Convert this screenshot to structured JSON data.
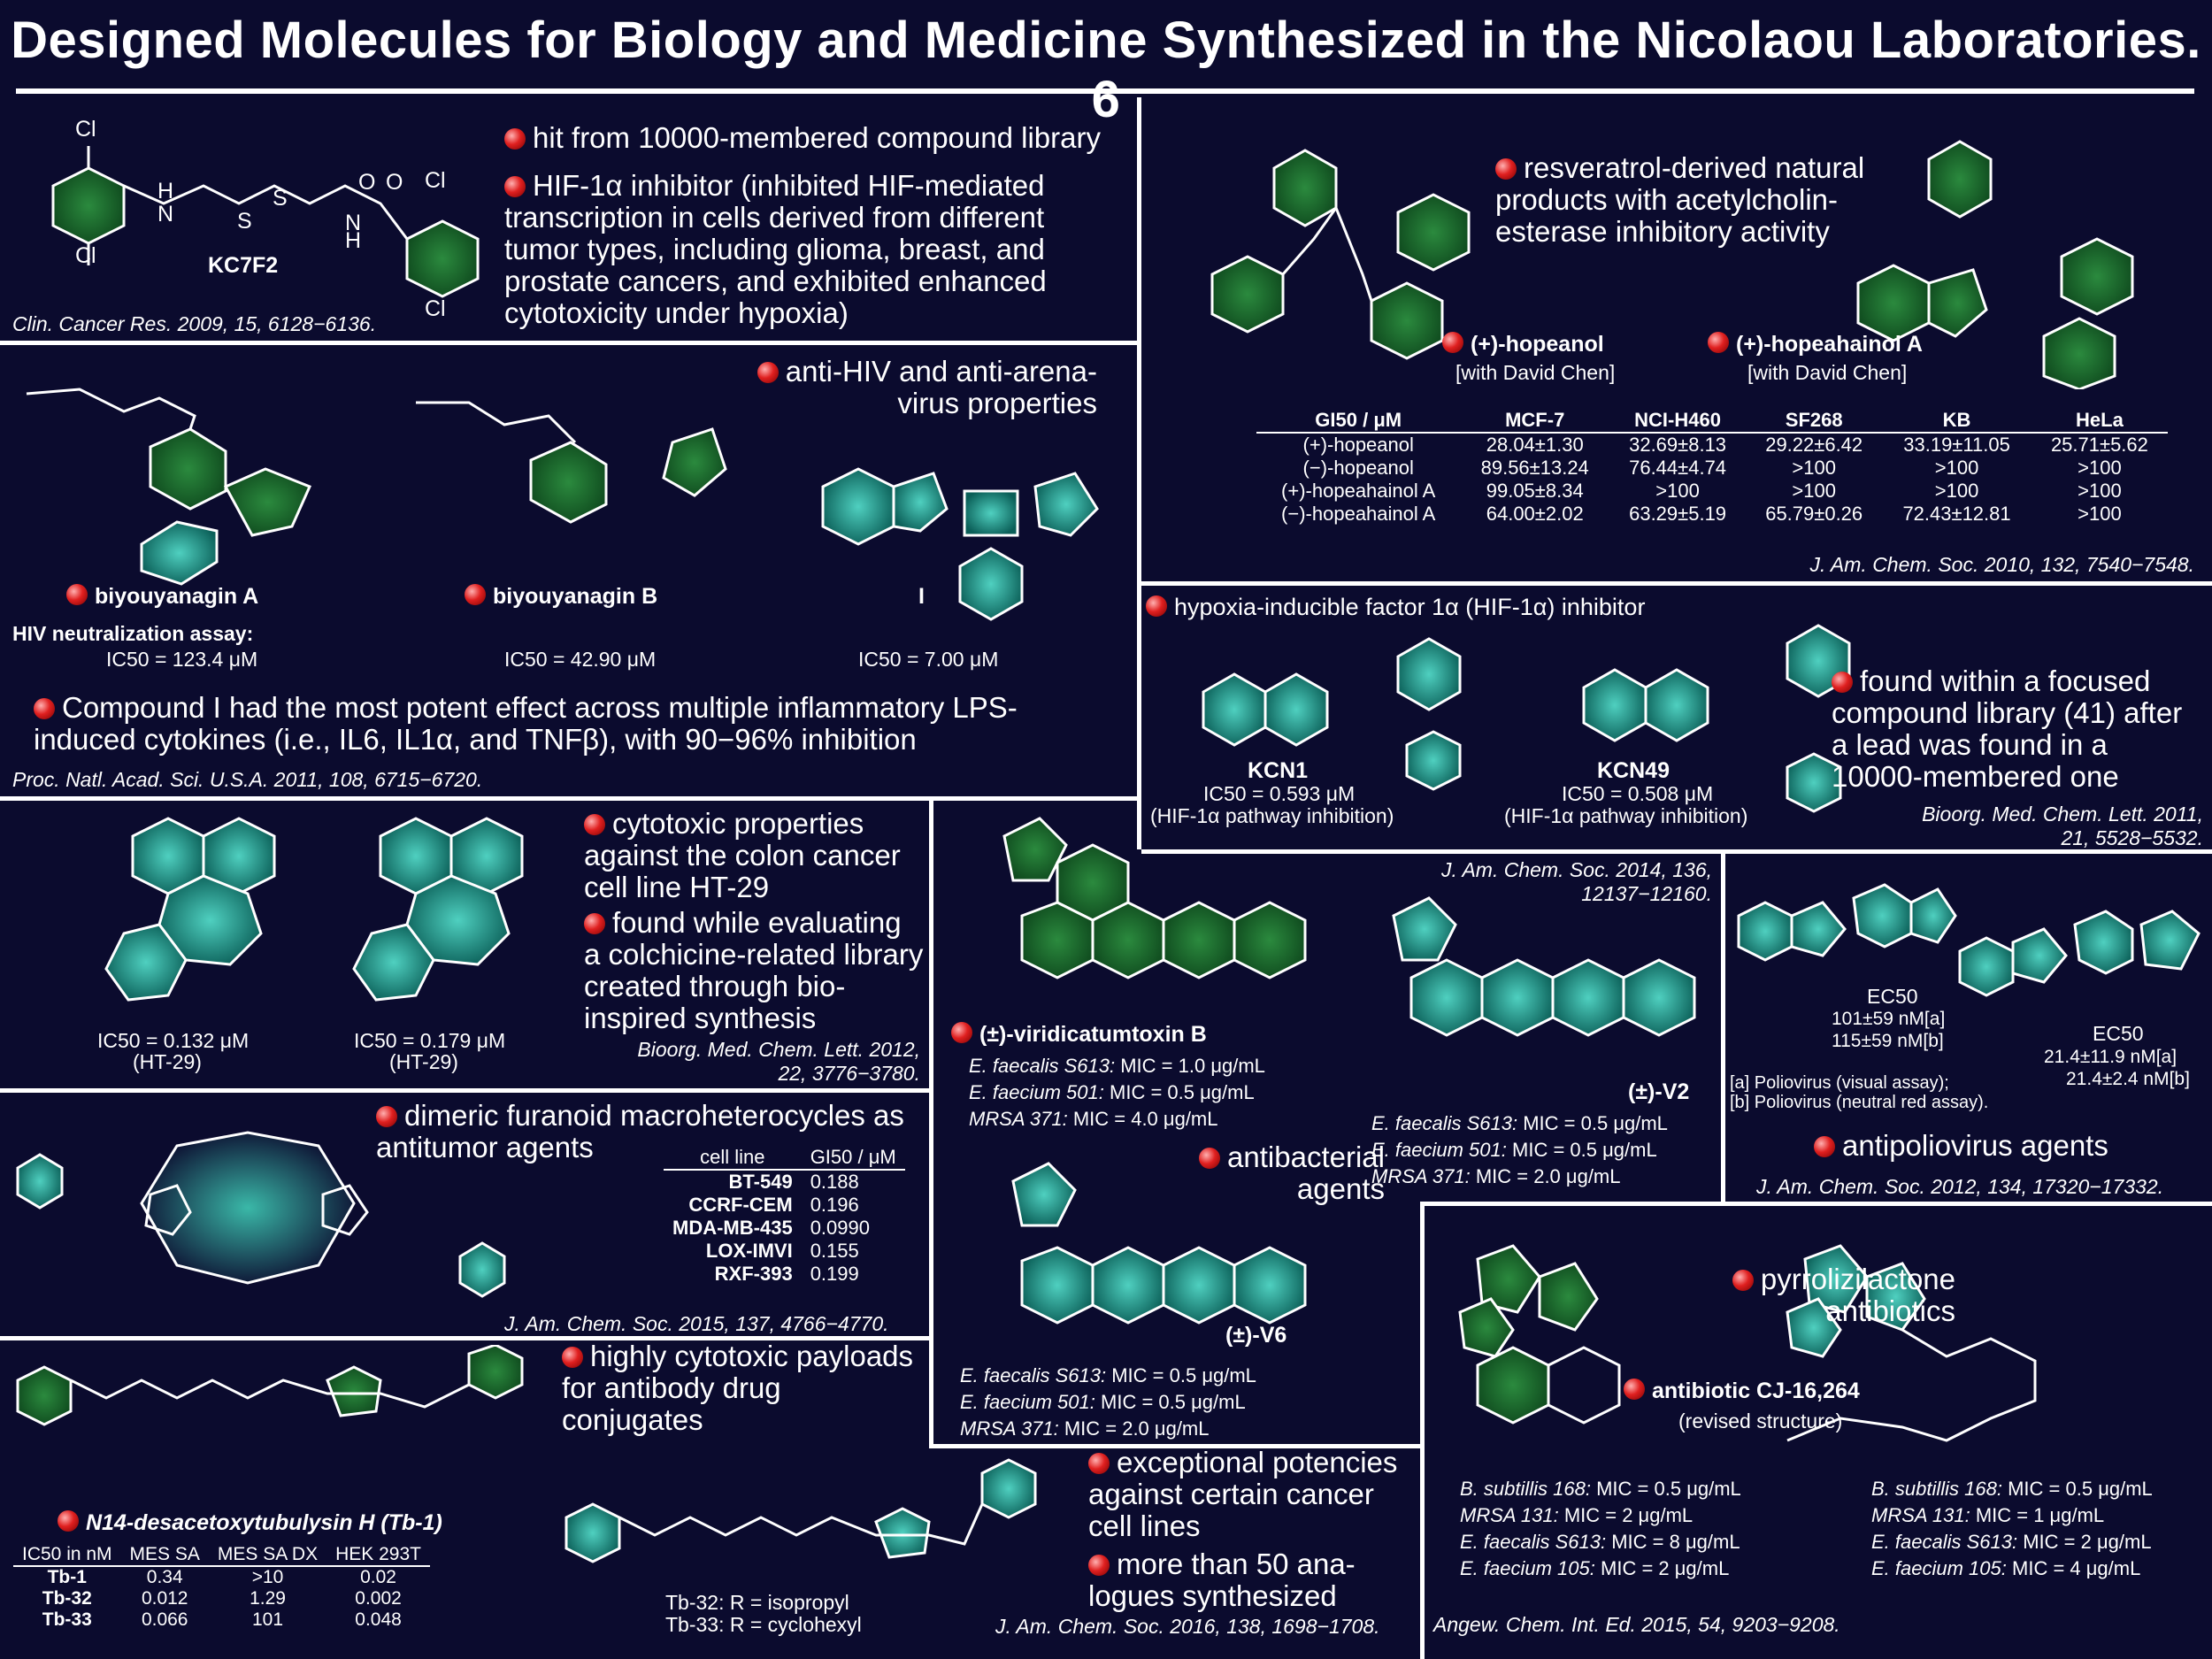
{
  "title": "Designed Molecules for Biology and Medicine Synthesized in the Nicolaou Laboratories. 6",
  "p1": {
    "compound": "KC7F2",
    "atoms": [
      "Cl",
      "Cl",
      "Cl",
      "Cl",
      "H",
      "N",
      "S",
      "S",
      "H",
      "N",
      "O",
      "O"
    ],
    "bullets": [
      "hit from 10000-membered compound library",
      "HIF-1α inhibitor (inhibited HIF-mediated transcription in cells derived from different tumor types, including glioma, breast, and prostate cancers, and exhibited enhanced cytotoxicity under hypoxia)"
    ],
    "ref": "Clin. Cancer Res. 2009, 15, 6128−6136."
  },
  "p2": {
    "compounds": [
      "biyouyanagin A",
      "biyouyanagin B",
      "I"
    ],
    "assay": "HIV neutralization assay:",
    "ic": [
      "IC50 = 123.4 μM",
      "IC50 = 42.90 μM",
      "IC50 = 7.00 μM"
    ],
    "bullet1": "anti-HIV and anti-arena-virus properties",
    "bullet2": "Compound I had the most potent effect across multiple inflammatory LPS-induced cytokines (i.e., IL6, IL1α, and TNFβ), with 90−96% inhibition",
    "ref": "Proc. Natl. Acad. Sci. U.S.A. 2011, 108, 6715−6720."
  },
  "p3": {
    "compounds": [
      "(+)-hopeanol",
      "(+)-hopeahainol A"
    ],
    "collab": [
      "[with David Chen]",
      "[with David Chen]"
    ],
    "bullet": "resveratrol-derived natural products with acetylcholin-esterase inhibitory activity",
    "table": {
      "headers": [
        "GI50 / μM",
        "MCF-7",
        "NCI-H460",
        "SF268",
        "KB",
        "HeLa"
      ],
      "rows": [
        [
          "(+)-hopeanol",
          "28.04±1.30",
          "32.69±8.13",
          "29.22±6.42",
          "33.19±11.05",
          "25.71±5.62"
        ],
        [
          "(−)-hopeanol",
          "89.56±13.24",
          "76.44±4.74",
          ">100",
          ">100",
          ">100"
        ],
        [
          "(+)-hopeahainol A",
          "99.05±8.34",
          ">100",
          ">100",
          ">100",
          ">100"
        ],
        [
          "(−)-hopeahainol A",
          "64.00±2.02",
          "63.29±5.19",
          "65.79±0.26",
          "72.43±12.81",
          ">100"
        ]
      ]
    },
    "ref": "J. Am. Chem. Soc. 2010, 132, 7540−7548."
  },
  "p4": {
    "bullet": "hypoxia-inducible factor 1α (HIF-1α) inhibitor",
    "compounds": [
      "KCN1",
      "KCN49"
    ],
    "ic": [
      "IC50 = 0.593 μM",
      "IC50 = 0.508 μM"
    ],
    "note": [
      "(HIF-1α pathway inhibition)",
      "(HIF-1α pathway inhibition)"
    ],
    "bullet2": "found within a focused compound library (41) after a lead was found in a 10000-membered one",
    "ref": "Bioorg. Med. Chem. Lett. 2011, 21, 5528−5532."
  },
  "p5": {
    "ic": [
      "IC50 = 0.132 μM",
      "(HT-29)",
      "IC50 = 0.179 μM",
      "(HT-29)"
    ],
    "bullet1": "cytotoxic properties against the colon cancer cell line HT-29",
    "bullet2": "found while evaluating a colchicine-related library created through bio-inspired synthesis",
    "ref": "Bioorg. Med. Chem. Lett. 2012, 22, 3776−3780."
  },
  "p6": {
    "compounds": [
      "(±)-viridicatumtoxin B",
      "(±)-V6",
      "(±)-V2"
    ],
    "bullet": "antibacterial agents",
    "mic_vb": [
      [
        "E. faecalis S613:",
        "MIC = 1.0 μg/mL"
      ],
      [
        "E. faecium 501:",
        "MIC = 0.5 μg/mL"
      ],
      [
        "MRSA 371:",
        "MIC = 4.0 μg/mL"
      ]
    ],
    "mic_v6": [
      [
        "E. faecalis S613:",
        "MIC = 0.5 μg/mL"
      ],
      [
        "E. faecium 501:",
        "MIC = 0.5 μg/mL"
      ],
      [
        "MRSA 371:",
        "MIC = 2.0 μg/mL"
      ]
    ],
    "mic_v2": [
      [
        "E. faecalis S613:",
        "MIC = 0.5 μg/mL"
      ],
      [
        "E. faecium 501:",
        "MIC = 0.5 μg/mL"
      ],
      [
        "MRSA 371:",
        "MIC = 2.0 μg/mL"
      ]
    ],
    "ref": "J. Am. Chem. Soc. 2014, 136, 12137−12160."
  },
  "p7": {
    "ec_label": "EC50",
    "ec1": [
      "101±59 nM[a]",
      "115±59 nM[b]"
    ],
    "ec2": [
      "21.4±11.9 nM[a]",
      "21.4±2.4 nM[b]"
    ],
    "notes": [
      "[a] Poliovirus (visual assay);",
      "[b] Poliovirus (neutral red assay)."
    ],
    "bullet": "antipoliovirus agents",
    "ref": "J. Am. Chem. Soc. 2012, 134, 17320−17332."
  },
  "p8": {
    "bullet": "dimeric furanoid macroheterocycles as antitumor agents",
    "table": {
      "headers": [
        "cell line",
        "GI50 / μM"
      ],
      "rows": [
        [
          "BT-549",
          "0.188"
        ],
        [
          "CCRF-CEM",
          "0.196"
        ],
        [
          "MDA-MB-435",
          "0.0990"
        ],
        [
          "LOX-IMVI",
          "0.155"
        ],
        [
          "RXF-393",
          "0.199"
        ]
      ]
    },
    "ref": "J. Am. Chem. Soc. 2015, 137, 4766−4770."
  },
  "p9": {
    "compound": "N14-desacetoxytubulysin H (Tb-1)",
    "bullet1": "highly cytotoxic payloads for antibody drug conjugates",
    "bullet2": "exceptional potencies against certain cancer cell lines",
    "bullet3": "more than 50 ana-logues synthesized",
    "table": {
      "headers": [
        "IC50 in nM",
        "MES SA",
        "MES SA DX",
        "HEK 293T"
      ],
      "rows": [
        [
          "Tb-1",
          "0.34",
          ">10",
          "0.02"
        ],
        [
          "Tb-32",
          "0.012",
          "1.29",
          "0.002"
        ],
        [
          "Tb-33",
          "0.066",
          "101",
          "0.048"
        ]
      ]
    },
    "r_defs": [
      "Tb-32: R = isopropyl",
      "Tb-33: R = cyclohexyl"
    ],
    "ref": "J. Am. Chem. Soc. 2016, 138, 1698−1708."
  },
  "p10": {
    "bullet": "pyrrolizilactone antibiotics",
    "compound": "antibiotic CJ-16,264",
    "sub": "(revised structure)",
    "mic_left": [
      [
        "B. subtillis 168:",
        "MIC = 0.5 μg/mL"
      ],
      [
        "MRSA 131:",
        "MIC = 2 μg/mL"
      ],
      [
        "E. faecalis S613:",
        "MIC = 8 μg/mL"
      ],
      [
        "E. faecium 105:",
        "MIC = 2 μg/mL"
      ]
    ],
    "mic_right": [
      [
        "B. subtillis 168:",
        "MIC = 0.5 μg/mL"
      ],
      [
        "MRSA 131:",
        "MIC = 1 μg/mL"
      ],
      [
        "E. faecalis S613:",
        "MIC = 2 μg/mL"
      ],
      [
        "E. faecium 105:",
        "MIC = 4 μg/mL"
      ]
    ],
    "ref": "Angew. Chem. Int. Ed. 2015, 54, 9203−9208."
  }
}
